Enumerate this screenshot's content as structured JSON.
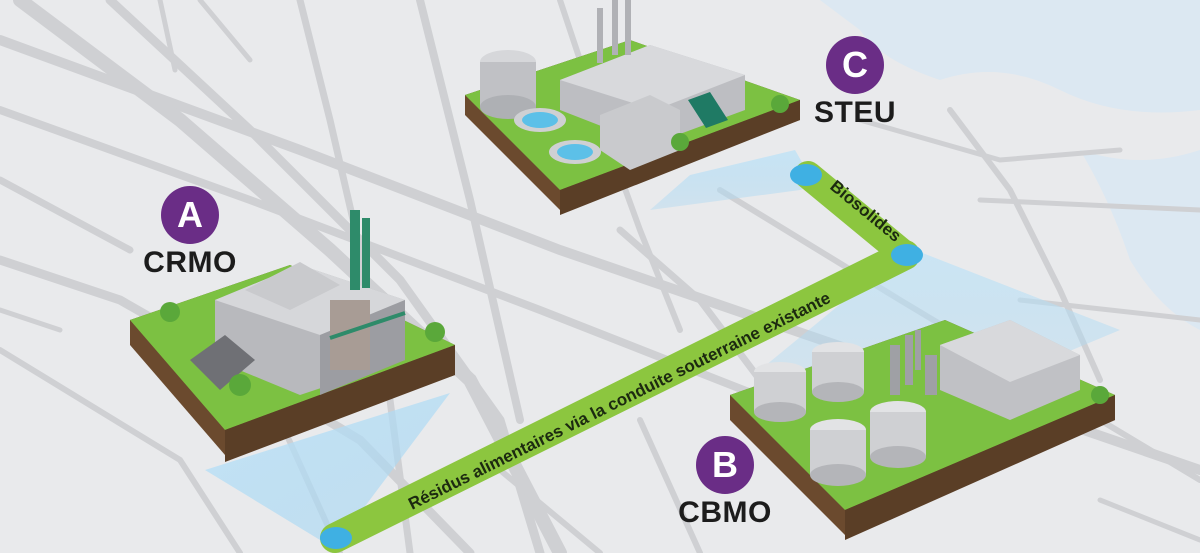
{
  "sites": {
    "a": {
      "letter": "A",
      "name": "CRMO"
    },
    "b": {
      "letter": "B",
      "name": "CBMO"
    },
    "c": {
      "letter": "C",
      "name": "STEU"
    }
  },
  "pipes": {
    "main_label": "Résidus alimentaires via la conduite souterraine existante",
    "biosolids_label": "Biosolides"
  },
  "colors": {
    "marker": "#6a2d86",
    "pipe": "#8cc63f",
    "grass": "#7cc142",
    "soil": "#6b4a2e",
    "map_bg": "#e9eaec",
    "road": "#cfd0d3",
    "water": "#dce8f2"
  }
}
